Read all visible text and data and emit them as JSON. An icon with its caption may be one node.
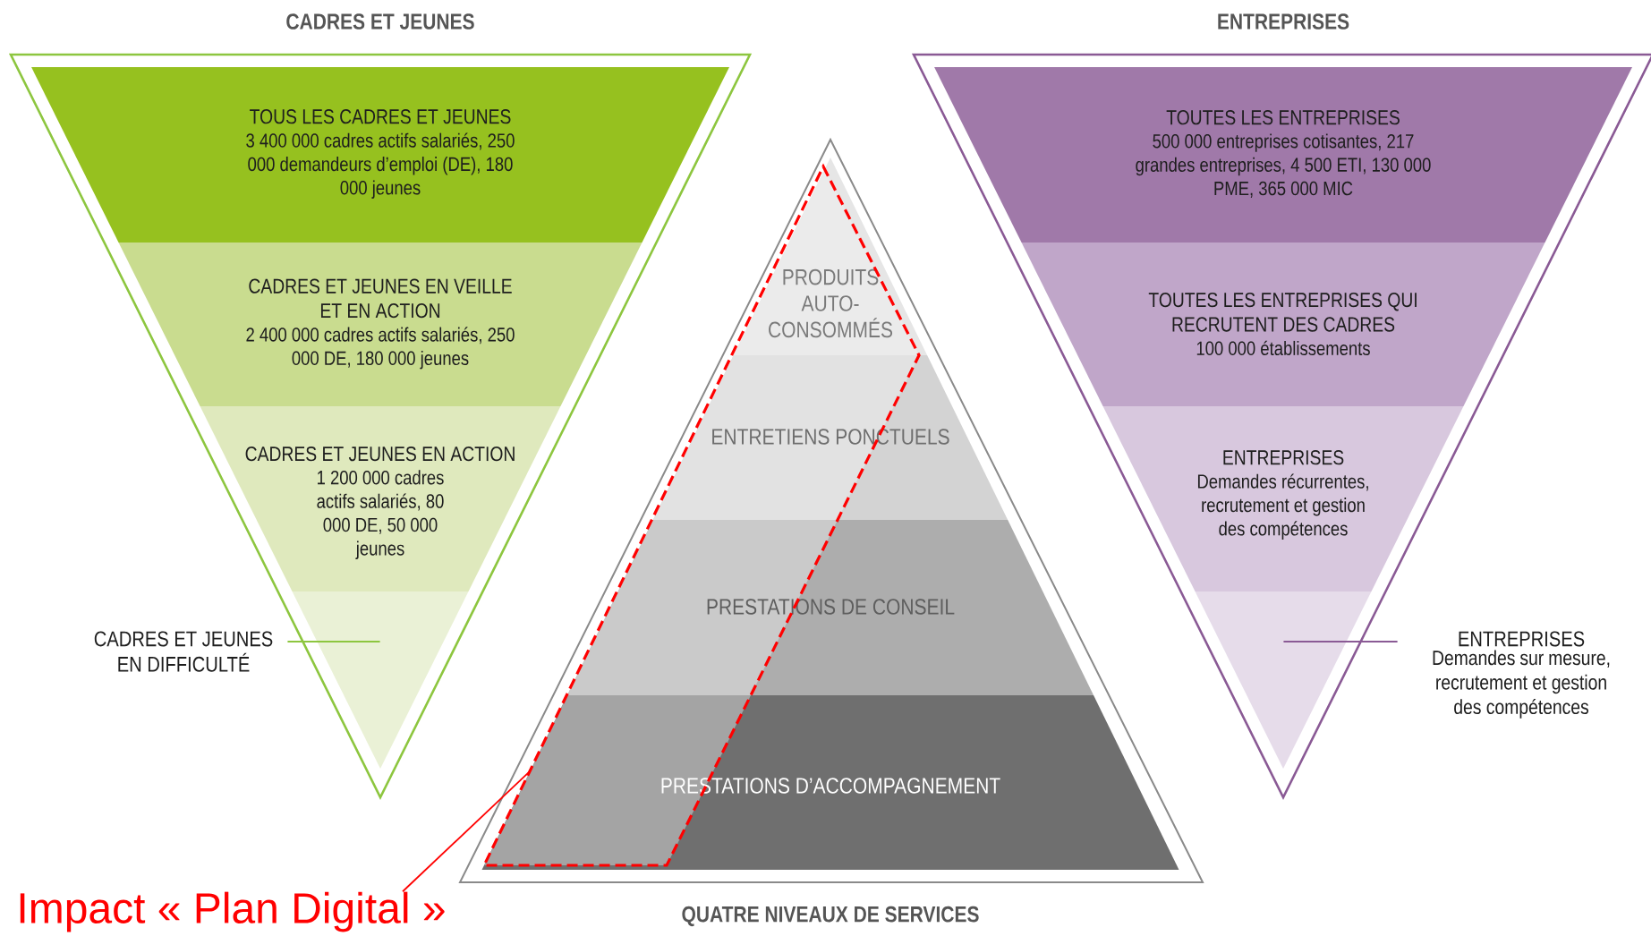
{
  "diagram": {
    "nodes": [
      {
        "text": [
          "CADRES ET JEUNES"
        ]
      },
      {
        "text": [
          "TOUS LES CADRES ET JEUNES",
          "3 400 000 cadres actifs salariés, 250 000 demandeurs d’emploi (DE), 180 000 jeunes"
        ],
        "in": 0
      },
      {
        "text": [
          "CADRES ET JEUNES EN VEILLE ET EN ACTION",
          "2 400 000 cadres actifs salariés, 250 000 DE, 180 000 jeunes"
        ],
        "in": 0
      },
      {
        "text": [
          "CADRES ET JEUNES EN ACTION",
          "1 200 000 cadres actifs salariés, 80 000 DE, 50 000 jeunes"
        ],
        "in": 0
      },
      {
        "text": [],
        "shape": "triangle",
        "in": 0
      },
      {
        "text": [
          "CADRES ET JEUNES EN DIFFICULTÉ"
        ]
      },
      {
        "text": [
          "QUATRE NIVEAUX DE SERVICES"
        ]
      },
      {
        "text": [
          "PRODUITS AUTO-CONSOMMÉS"
        ],
        "in": 6
      },
      {
        "text": [
          "ENTRETIENS PONCTUELS"
        ],
        "in": 6
      },
      {
        "text": [
          "PRESTATIONS DE CONSEIL"
        ],
        "in": 6
      },
      {
        "text": [
          "PRESTATIONS D’ACCOMPAGNEMENT"
        ],
        "in": 6
      },
      {
        "text": [],
        "shape": "box",
        "in": 6
      },
      {
        "text": [
          "Impact « Plan Digital »"
        ]
      },
      {
        "text": [
          "ENTREPRISES"
        ]
      },
      {
        "text": [
          "TOUTES LES ENTREPRISES",
          "500 000 entreprises cotisantes, 217 grandes entreprises, 4 500 ETI, 130 000 PME, 365 000 MIC"
        ],
        "in": 13
      },
      {
        "text": [
          "TOUTES LES ENTREPRISES QUI RECRUTENT DES CADRES",
          "100 000 établissements"
        ],
        "in": 13
      },
      {
        "text": [
          "ENTREPRISES",
          "Demandes récurrentes, recrutement et gestion des compétences"
        ],
        "in": 13
      },
      {
        "text": [],
        "shape": "triangle",
        "in": 13
      },
      {
        "text": [
          "ENTREPRISES",
          "Demandes sur mesure, recrutement et gestion des compétences"
        ]
      }
    ],
    "edges": [
      {
        "from": 5,
        "to": 4,
        "arrow": "none",
        "color": "#8dc63f"
      },
      {
        "from": 12,
        "to": 11,
        "arrow": "none",
        "color": "#ff0000"
      },
      {
        "from": 18,
        "to": 17,
        "arrow": "none",
        "color": "#8a5a95"
      }
    ]
  }
}
